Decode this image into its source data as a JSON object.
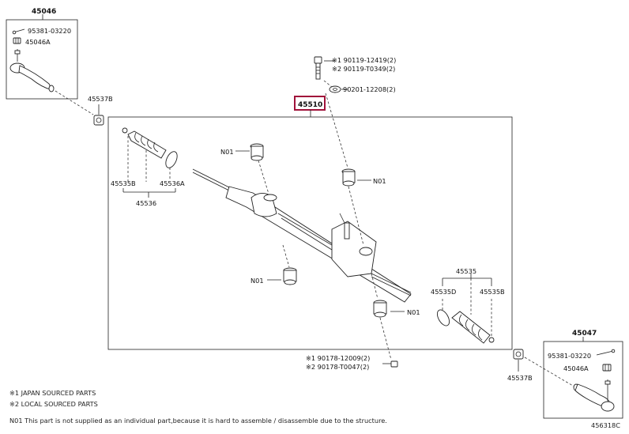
{
  "parts": {
    "p45046": "45046",
    "p95381_top": "95381-03220",
    "p45046A_top": "45046A",
    "p45537B_left": "45537B",
    "bolt1": "※1 90119-12419(2)",
    "bolt2": "※2 90119-T0349(2)",
    "washer": "90201-12208(2)",
    "p45510": "45510",
    "n01_a": "N01",
    "n01_b": "N01",
    "n01_c": "N01",
    "n01_d": "N01",
    "p45535B_left": "45535B",
    "p45536A": "45536A",
    "p45536": "45536",
    "p45535": "45535",
    "p45535D": "45535D",
    "p45535B_right": "45535B",
    "nut1": "※1 90178-12009(2)",
    "nut2": "※2 90178-T0047(2)",
    "p45537B_right": "45537B",
    "p45047": "45047",
    "p95381_bottom": "95381-03220",
    "p45046A_bottom": "45046A"
  },
  "footnotes": {
    "japan": "※1 JAPAN SOURCED PARTS",
    "local": "※2 LOCAL SOURCED PARTS",
    "n01": "N01 This part is not supplied as an individual part,because it is hard to assemble / disassemble due to the structure."
  },
  "figure_id": "456318C",
  "colors": {
    "highlight": "#a0123a",
    "line": "#222222"
  }
}
